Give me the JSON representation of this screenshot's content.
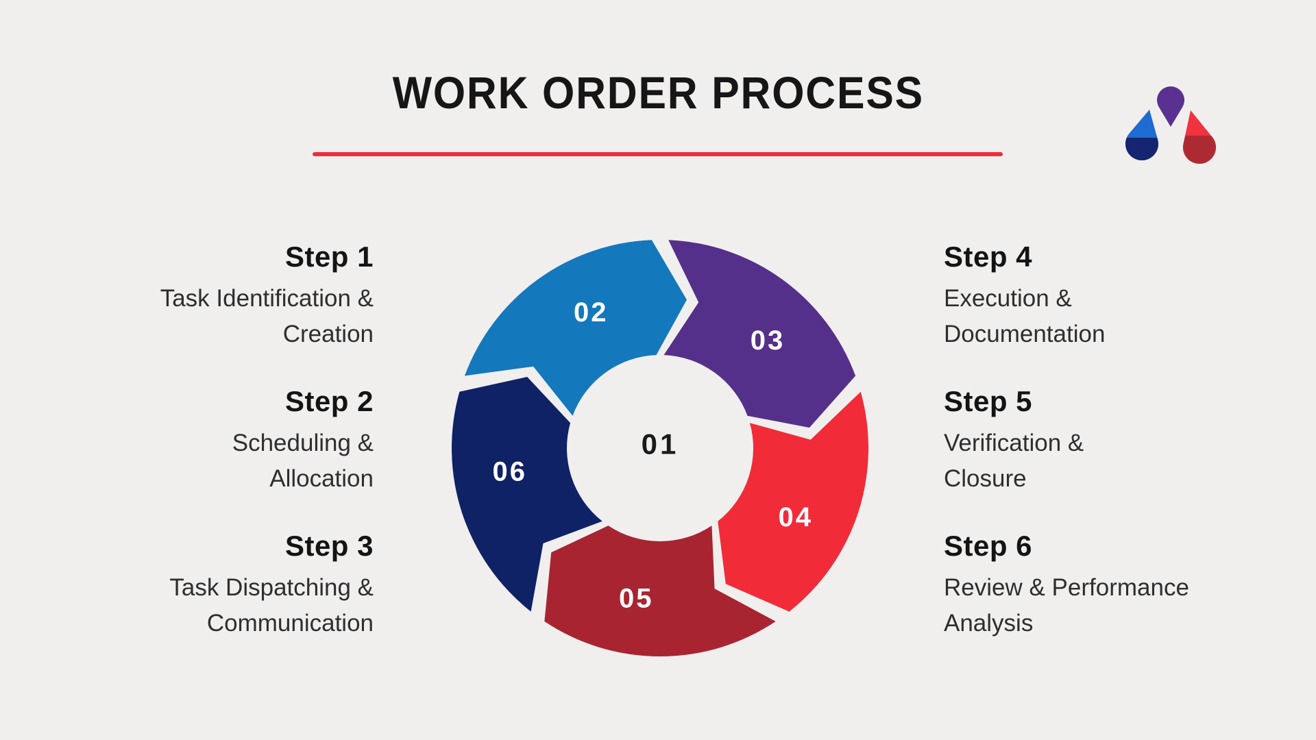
{
  "page": {
    "background_color": "#f0efee"
  },
  "header": {
    "title": "WORK ORDER PROCESS",
    "title_color": "#161616",
    "underline_color": "#ee2d3c"
  },
  "logo": {
    "purple": "#5a3191",
    "blue_light": "#1e6bd2",
    "blue_dark": "#15256f",
    "red_light": "#f0333f",
    "red_dark": "#ae2a33"
  },
  "steps_left": [
    {
      "heading": "Step 1",
      "lines": [
        "Task Identification &",
        "Creation"
      ]
    },
    {
      "heading": "Step 2",
      "lines": [
        "Scheduling &",
        "Allocation"
      ]
    },
    {
      "heading": "Step 3",
      "lines": [
        "Task Dispatching &",
        "Communication"
      ]
    }
  ],
  "steps_right": [
    {
      "heading": "Step 4",
      "lines": [
        "Execution &",
        "Documentation"
      ]
    },
    {
      "heading": "Step 5",
      "lines": [
        "Verification &",
        "Closure"
      ]
    },
    {
      "heading": "Step 6",
      "lines": [
        "Review & Performance",
        "Analysis"
      ]
    }
  ],
  "cycle": {
    "center_label": "01",
    "center_label_color": "#1b1b1b",
    "number_color": "#ffffff",
    "segments": [
      {
        "label": "02",
        "color": "#1478bd",
        "start_angle": 288
      },
      {
        "label": "03",
        "color": "#55308a",
        "start_angle": 0
      },
      {
        "label": "04",
        "color": "#f22b38",
        "start_angle": 72
      },
      {
        "label": "05",
        "color": "#a92431",
        "start_angle": 144
      },
      {
        "label": "06",
        "color": "#0f2266",
        "start_angle": 216
      }
    ]
  }
}
